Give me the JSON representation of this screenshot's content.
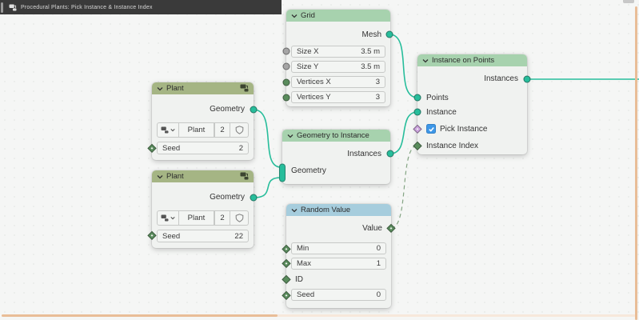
{
  "app_header": {
    "title": "Procedural Plants: Pick Instance & Instance Index"
  },
  "colors": {
    "topbar": "#3a3a3a",
    "header_green": "#a7d2ae",
    "header_olive": "#a5b584",
    "header_blue": "#a6cddd",
    "wire": "#27bd9b",
    "wire_field": "#84a483",
    "socket_geometry": "#27bd9b",
    "socket_float": "#a5a5a5",
    "socket_int": "#598c5c",
    "socket_bool": "#cba2dd",
    "checkbox_blue": "#3d97e8",
    "scrollbar_thumb": "#e9bd97",
    "scrollbar_track": "#f7e8db"
  },
  "nodes": {
    "grid": {
      "title": "Grid",
      "output_label": "Mesh",
      "rows": [
        {
          "label": "Size X",
          "value": "3.5 m"
        },
        {
          "label": "Size Y",
          "value": "3.5 m"
        },
        {
          "label": "Vertices X",
          "value": "3"
        },
        {
          "label": "Vertices Y",
          "value": "3"
        }
      ]
    },
    "plant_top": {
      "title": "Plant",
      "output_label": "Geometry",
      "datablock_name": "Plant",
      "user_count": "2",
      "seed_label": "Seed",
      "seed_value": "2"
    },
    "plant_bottom": {
      "title": "Plant",
      "output_label": "Geometry",
      "datablock_name": "Plant",
      "user_count": "2",
      "seed_label": "Seed",
      "seed_value": "22"
    },
    "geometry_to_instance": {
      "title": "Geometry to Instance",
      "output_label": "Instances",
      "input_label": "Geometry"
    },
    "random_value": {
      "title": "Random Value",
      "output_label": "Value",
      "rows": [
        {
          "label": "Min",
          "value": "0"
        },
        {
          "label": "Max",
          "value": "1"
        }
      ],
      "id_label": "ID",
      "seed_row": {
        "label": "Seed",
        "value": "0"
      }
    },
    "instance_on_points": {
      "title": "Instance on Points",
      "output_label": "Instances",
      "points_label": "Points",
      "instance_label": "Instance",
      "pick_instance_label": "Pick Instance",
      "instance_index_label": "Instance Index"
    }
  }
}
